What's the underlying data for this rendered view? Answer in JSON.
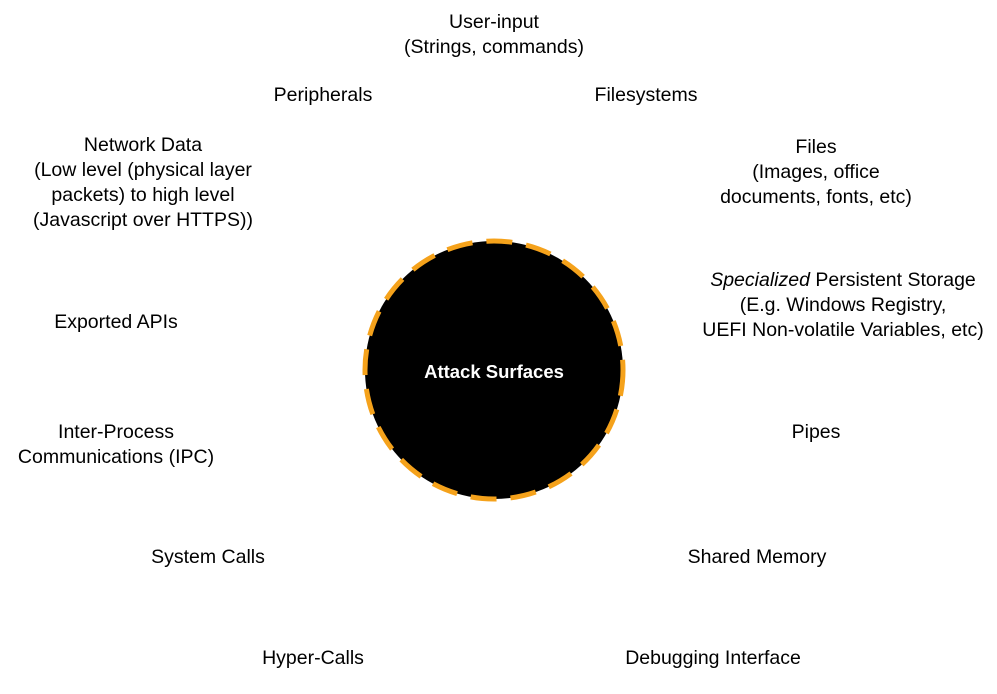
{
  "center": {
    "label": "Attack Surfaces",
    "fill": "#000000",
    "border_color": "#F5A21B",
    "text_color": "#FFFFFF"
  },
  "surfaces": {
    "user_input": {
      "line1": "User-input",
      "line2": "(Strings, commands)"
    },
    "peripherals": {
      "line1": "Peripherals"
    },
    "filesystems": {
      "line1": "Filesystems"
    },
    "network_data": {
      "line1": "Network Data",
      "line2": "(Low level (physical layer",
      "line3": "packets) to high level",
      "line4": "(Javascript over HTTPS))"
    },
    "files": {
      "line1": "Files",
      "line2": "(Images, office",
      "line3": "documents, fonts, etc)"
    },
    "specialized_storage": {
      "line1_italic": "Specialized",
      "line1_rest": " Persistent Storage",
      "line2": "(E.g. Windows Registry,",
      "line3": "UEFI Non-volatile Variables, etc)"
    },
    "exported_apis": {
      "line1": "Exported APIs"
    },
    "ipc": {
      "line1": "Inter-Process",
      "line2": "Communications (IPC)"
    },
    "pipes": {
      "line1": "Pipes"
    },
    "system_calls": {
      "line1": "System Calls"
    },
    "shared_memory": {
      "line1": "Shared Memory"
    },
    "hyper_calls": {
      "line1": "Hyper-Calls"
    },
    "debugging_interface": {
      "line1": "Debugging Interface"
    }
  }
}
